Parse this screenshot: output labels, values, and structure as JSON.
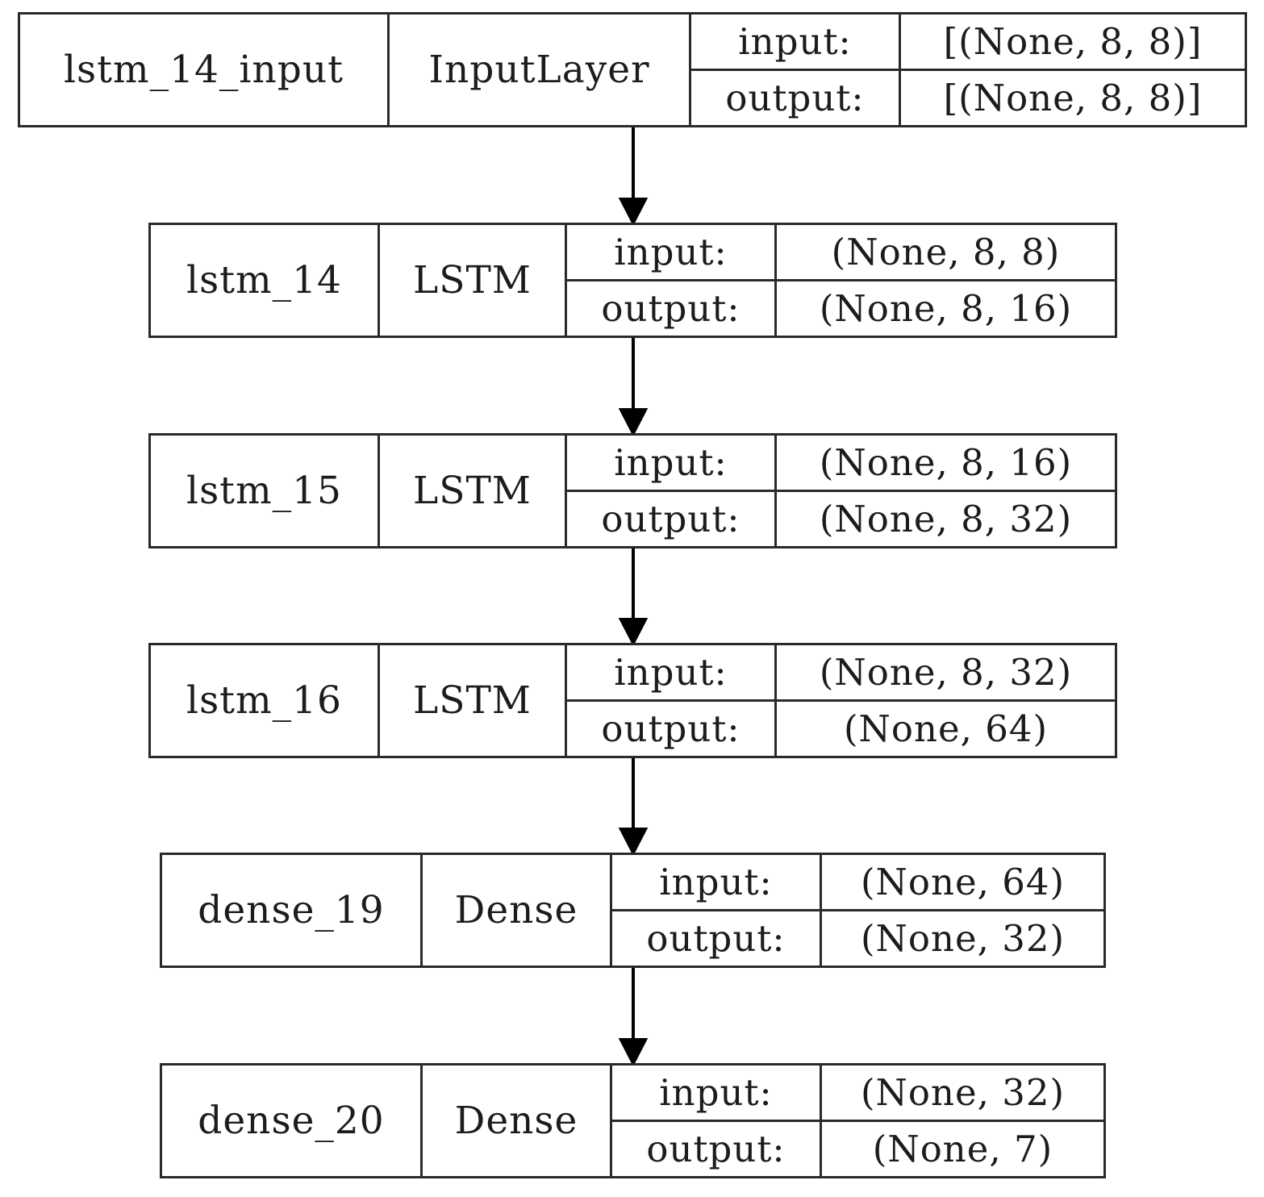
{
  "layers": [
    {
      "name": "lstm_14_input",
      "type": "InputLayer",
      "input_label": "input:",
      "input_shape": "[(None, 8, 8)]",
      "output_label": "output:",
      "output_shape": "[(None, 8, 8)]"
    },
    {
      "name": "lstm_14",
      "type": "LSTM",
      "input_label": "input:",
      "input_shape": "(None, 8, 8)",
      "output_label": "output:",
      "output_shape": "(None, 8, 16)"
    },
    {
      "name": "lstm_15",
      "type": "LSTM",
      "input_label": "input:",
      "input_shape": "(None, 8, 16)",
      "output_label": "output:",
      "output_shape": "(None, 8, 32)"
    },
    {
      "name": "lstm_16",
      "type": "LSTM",
      "input_label": "input:",
      "input_shape": "(None, 8, 32)",
      "output_label": "output:",
      "output_shape": "(None, 64)"
    },
    {
      "name": "dense_19",
      "type": "Dense",
      "input_label": "input:",
      "input_shape": "(None, 64)",
      "output_label": "output:",
      "output_shape": "(None, 32)"
    },
    {
      "name": "dense_20",
      "type": "Dense",
      "input_label": "input:",
      "input_shape": "(None, 32)",
      "output_label": "output:",
      "output_shape": "(None, 7)"
    }
  ],
  "edges": [
    {
      "from": "lstm_14_input",
      "to": "lstm_14"
    },
    {
      "from": "lstm_14",
      "to": "lstm_15"
    },
    {
      "from": "lstm_15",
      "to": "lstm_16"
    },
    {
      "from": "lstm_16",
      "to": "dense_19"
    },
    {
      "from": "dense_19",
      "to": "dense_20"
    }
  ]
}
